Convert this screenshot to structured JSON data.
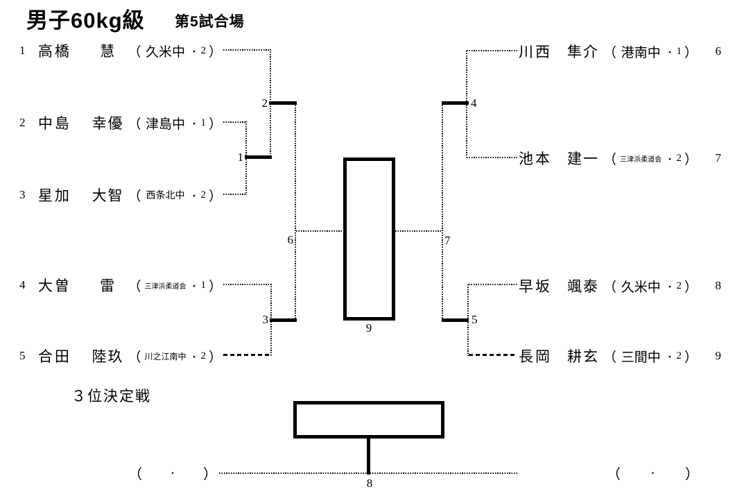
{
  "title": {
    "main": "男子60kg級",
    "venue": "第5試合場"
  },
  "bracket": {
    "punctuation": {
      "open": "（",
      "close": "）",
      "dot": "・"
    },
    "left_entries": [
      {
        "seed": "1",
        "surname": "高橋",
        "given": "慧",
        "school": "久米中",
        "grade": "2"
      },
      {
        "seed": "2",
        "surname": "中島",
        "given": "幸優",
        "school": "津島中",
        "grade": "1"
      },
      {
        "seed": "3",
        "surname": "星加",
        "given": "大智",
        "school": "西条北中",
        "grade": "2"
      },
      {
        "seed": "4",
        "surname": "大曽",
        "given": "雷",
        "school": "三津浜柔道会",
        "grade": "1"
      },
      {
        "seed": "5",
        "surname": "合田",
        "given": "陸玖",
        "school": "川之江南中",
        "grade": "2"
      }
    ],
    "right_entries": [
      {
        "seed": "6",
        "surname": "川西",
        "given": "隼介",
        "school": "港南中",
        "grade": "1"
      },
      {
        "seed": "7",
        "surname": "池本",
        "given": "建一",
        "school": "三津浜柔道会",
        "grade": "2"
      },
      {
        "seed": "8",
        "surname": "早坂",
        "given": "颯泰",
        "school": "久米中",
        "grade": "2"
      },
      {
        "seed": "9",
        "surname": "長岡",
        "given": "耕玄",
        "school": "三間中",
        "grade": "2"
      }
    ],
    "match_labels": {
      "m1": "1",
      "m2": "2",
      "m3": "3",
      "m4": "4",
      "m5": "5",
      "m6": "6",
      "m7": "7",
      "m8": "8",
      "m9": "9"
    }
  },
  "third_place": {
    "label": "３位決定戦"
  }
}
